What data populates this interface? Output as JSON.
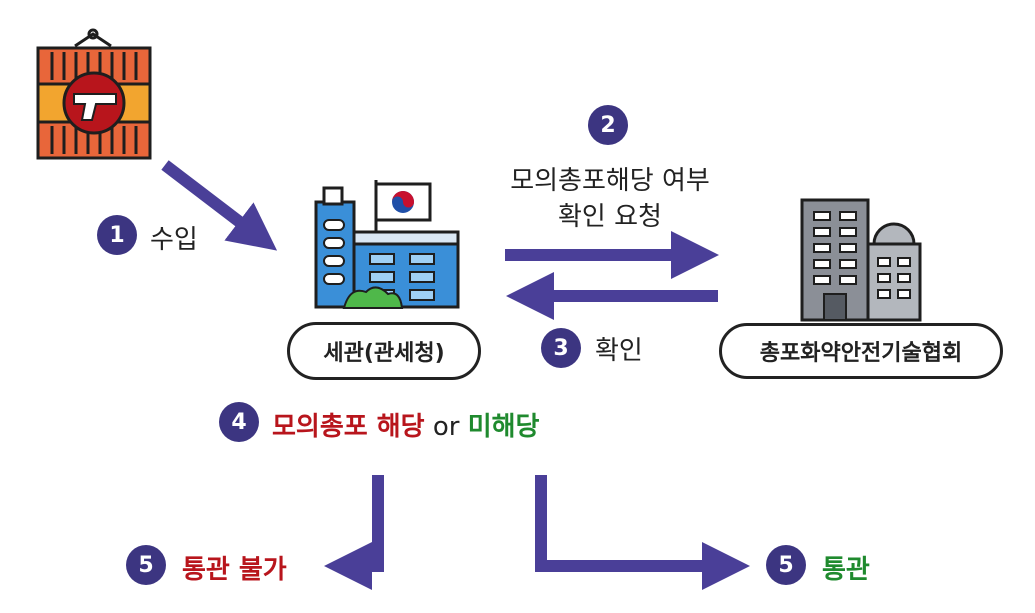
{
  "colors": {
    "arrow": "#4a3f98",
    "step_badge": "#3c3581",
    "red": "#b8151c",
    "green": "#1f8a2e",
    "container_orange": "#e8663a",
    "container_stripe": "#1e1e1e",
    "customs_building": "#3a8fd8",
    "association_building": "#8b8f97"
  },
  "icons": {
    "container": "crate-icon",
    "gun": "pistol-icon",
    "flag": "taegeuk-flag-icon",
    "customs": "office-building-icon",
    "association": "building-icon"
  },
  "steps": {
    "s1": {
      "num": "1",
      "label": "수입"
    },
    "s2": {
      "num": "2",
      "label_line1": "모의총포해당 여부",
      "label_line2": "확인 요청"
    },
    "s3": {
      "num": "3",
      "label": "확인"
    },
    "s4": {
      "num": "4",
      "part_a": "모의총포 해당",
      "part_b": "or",
      "part_c": "미해당"
    },
    "s5a": {
      "num": "5",
      "label": "통관 불가"
    },
    "s5b": {
      "num": "5",
      "label": "통관"
    }
  },
  "nodes": {
    "customs": "세관(관세청)",
    "association": "총포화약안전기술협회"
  }
}
